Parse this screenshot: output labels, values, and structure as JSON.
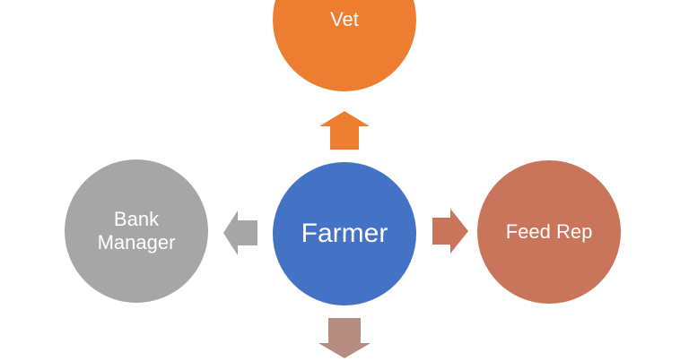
{
  "diagram": {
    "type": "diverging-radial",
    "background_color": "#FFFFFF",
    "label_color": "#FFFFFF",
    "center_node": {
      "label": "Farmer",
      "color": "#4472C4"
    },
    "satellite_nodes": {
      "top": {
        "label": "Vet",
        "color": "#ED7D31"
      },
      "left": {
        "label": "Bank Manager",
        "color": "#A6A6A6"
      },
      "right": {
        "label": "Feed Rep",
        "color": "#C8755B"
      }
    },
    "arrows": {
      "up": {
        "direction": "up",
        "color": "#ED7D31"
      },
      "left": {
        "direction": "left",
        "color": "#A6A6A6"
      },
      "right": {
        "direction": "right",
        "color": "#C8755B"
      },
      "down": {
        "direction": "down",
        "color": "#B68C80"
      }
    }
  }
}
